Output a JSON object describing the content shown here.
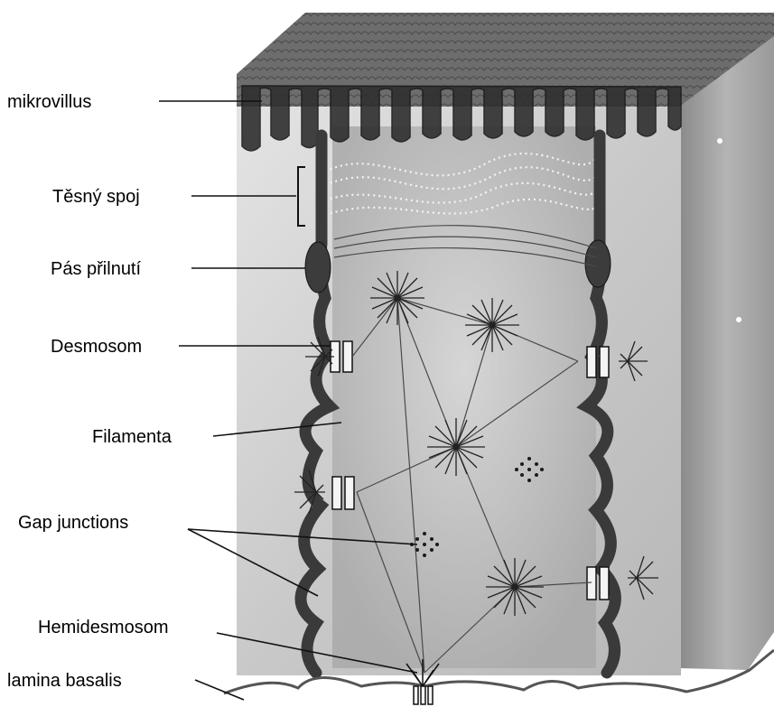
{
  "labels": {
    "mikrovillus": "mikrovillus",
    "tight_junction": "Těsný spoj",
    "adhesion_belt": "Pás přilnutí",
    "desmosome": "Desmosom",
    "filaments": "Filamenta",
    "gap_junctions": "Gap junctions",
    "hemidesmosome": "Hemidesmosom",
    "basal_lamina": "lamina basalis"
  },
  "colors": {
    "line": "#111111",
    "membrane": "#3f3f3f",
    "membrane_light": "#9a9a9a",
    "cytoplasm": "#cfcfcf",
    "side_face": "#9b9b9b",
    "top_face": "#6f6f6f"
  }
}
